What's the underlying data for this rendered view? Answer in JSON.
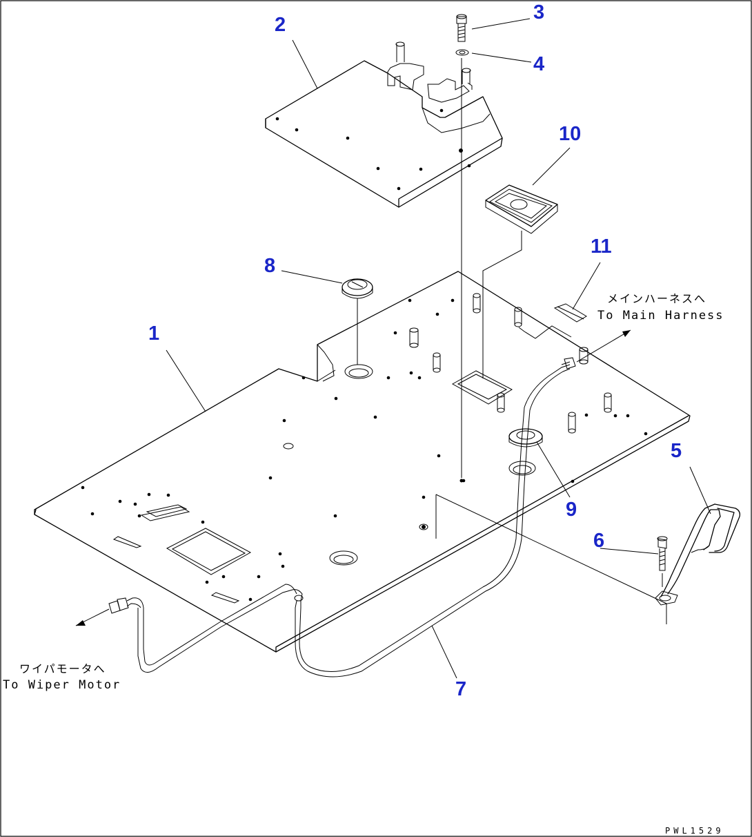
{
  "callouts": {
    "c1": "1",
    "c2": "2",
    "c3": "3",
    "c4": "4",
    "c5": "5",
    "c6": "6",
    "c7": "7",
    "c8": "8",
    "c9": "9",
    "c10": "10",
    "c11": "11"
  },
  "notes": {
    "main_harness_jp": "メインハーネスへ",
    "main_harness_en": "To Main Harness",
    "wiper_motor_jp": "ワイパモータへ",
    "wiper_motor_en": "To Wiper Motor"
  },
  "drawing_code": "PWL1529",
  "colors": {
    "callout": "#1a26c8",
    "line": "#000000",
    "background": "#ffffff"
  }
}
